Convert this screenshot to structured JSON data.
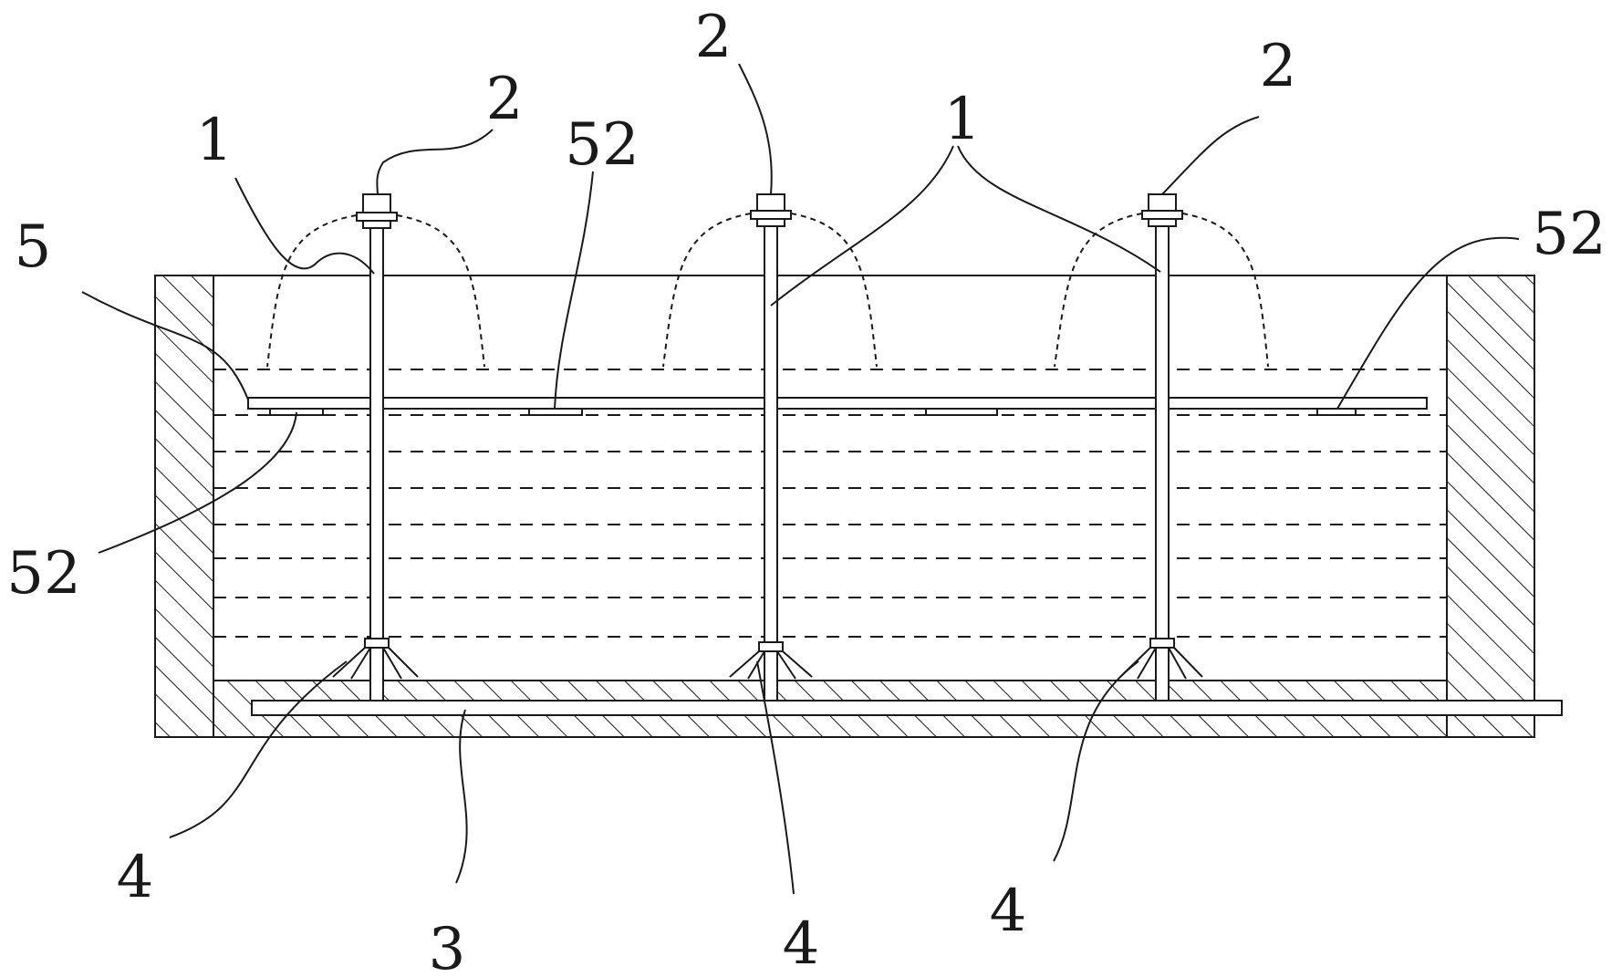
{
  "figure": {
    "labels": {
      "pipe_1_left": "1",
      "pipes_1_right": "1",
      "nozzle_2_left": "2",
      "nozzle_2_middle": "2",
      "nozzle_2_right": "2",
      "bottom_pipe_3": "3",
      "diffuser_4_left": "4",
      "diffuser_4_middle": "4",
      "diffuser_4_right": "4",
      "plate_5": "5",
      "holes_52_top_middle": "52",
      "holes_52_top_right": "52",
      "holes_52_left": "52"
    }
  },
  "colors": {
    "line": "#1a1a1a",
    "background": "#ffffff"
  }
}
